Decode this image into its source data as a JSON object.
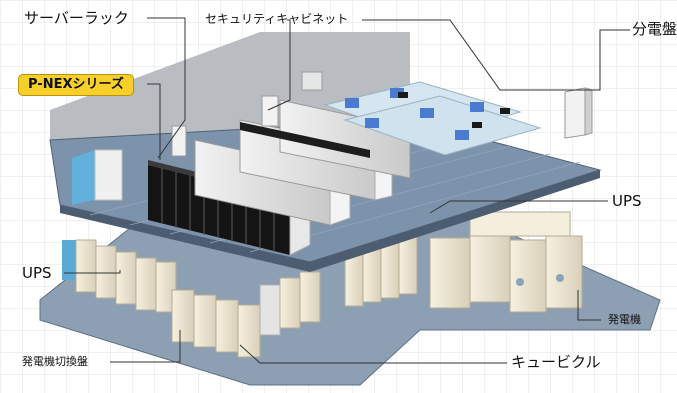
{
  "labels": {
    "server_rack": "サーバーラック",
    "security_cabinet": "セキュリティキャビネット",
    "distribution_board": "分電盤",
    "p_nex_series": "P-NEXシリーズ",
    "ups_upper": "UPS",
    "ups_lower": "UPS",
    "generator": "発電機",
    "generator_switchboard": "発電機切換盤",
    "cubicle": "キュービクル"
  },
  "colors": {
    "floor_upper": "#7a8fa8",
    "floor_lower": "#8fa0b4",
    "wall": "#b8bcc1",
    "rack_black": "#1a1a1a",
    "rack_gray": "#dcdcdc",
    "ups_cream": "#ece4d0",
    "badge": "#f6cf2b",
    "leader_line": "#333333"
  }
}
